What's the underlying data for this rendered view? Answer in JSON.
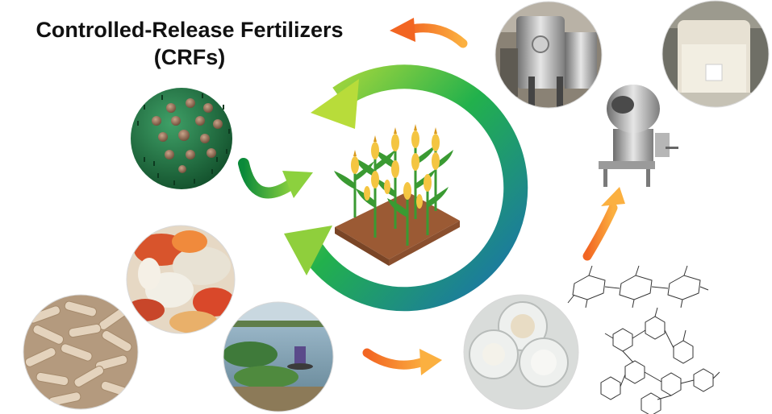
{
  "title": {
    "line1": "Controlled-Release Fertilizers",
    "line2": "(CRFs)"
  },
  "colors": {
    "cycle_start": "#a8d633",
    "cycle_mid": "#22b14c",
    "cycle_end": "#1a6fb0",
    "orange_arrow": "#f7941d",
    "green_arrow": "#39b54a",
    "crf_sphere": "#1f6b3b",
    "soil": "#a0623a"
  },
  "icons": [
    "circular-cycle-arrow",
    "corn-field-icon",
    "crf-granule-sphere",
    "orange-flow-arrow",
    "green-curved-arrow",
    "coating-drum-machine-icon",
    "polysaccharide-structure-icon",
    "lignin-structure-icon"
  ],
  "photos": [
    "fluidized-bed-coater-photo",
    "coated-beaker-photo",
    "fruit-peel-waste-photo",
    "wood-pellets-photo",
    "wetland-plants-photo",
    "petri-dish-powders-photo"
  ]
}
